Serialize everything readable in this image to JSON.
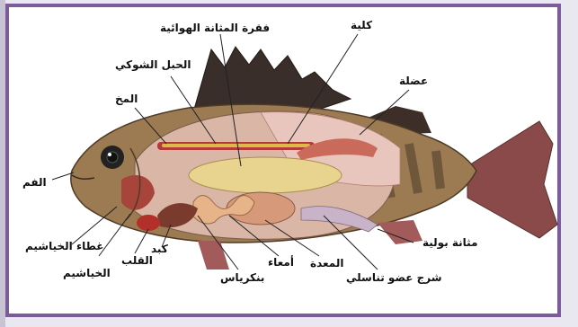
{
  "labels": {
    "kidney": "كلية",
    "swim_bladder_vertebra": "فقرة  المثانة الهوائية",
    "spinal_cord": "الحبل الشوكي",
    "brain": "المخ",
    "muscle": "عضلة",
    "mouth": "الفم",
    "gill_cover": "غطاء الخياشيم",
    "gills": "الخياشيم",
    "heart": "القلب",
    "liver": "كبد",
    "pancreas": "بنكرياس",
    "intestines": "أمعاء",
    "stomach": "المعدة",
    "urinary_bladder": "مثانة بولية",
    "anus_genital": "شرج عضو تناسلي"
  }
}
